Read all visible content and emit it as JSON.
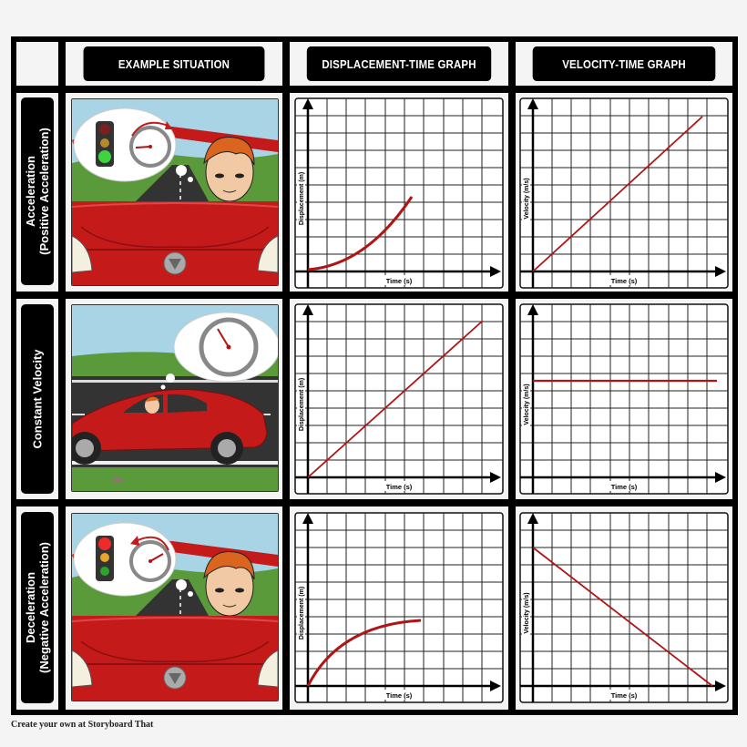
{
  "header": {
    "corner": "",
    "columns": [
      {
        "label": "EXAMPLE SITUATION"
      },
      {
        "label": "DISPLACEMENT-TIME GRAPH"
      },
      {
        "label": "VELOCITY-TIME GRAPH"
      }
    ]
  },
  "rows": [
    {
      "label_line1": "Acceleration",
      "label_line2": "(Positive Acceleration)",
      "scene": "Driver in red convertible thinking of green traffic light and speedometer with clockwise arrow",
      "light_active": "green",
      "dt_xlabel": "Time (s)",
      "dt_ylabel": "Displacement (m)",
      "vt_xlabel": "Time (s)",
      "vt_ylabel": "Velocity (m/s)"
    },
    {
      "label_line1": "Constant Velocity",
      "label_line2": "",
      "scene": "Red sedan driving on road with thought bubble of speedometer",
      "dt_xlabel": "Time (s)",
      "dt_ylabel": "Displacement (m)",
      "vt_xlabel": "Time (s)",
      "vt_ylabel": "Velocity (m/s)"
    },
    {
      "label_line1": "Deceleration",
      "label_line2": "(Negative Acceleration)",
      "scene": "Driver in red convertible thinking of red traffic light and speedometer with counter-clockwise arrow",
      "light_active": "red",
      "dt_xlabel": "Time (s)",
      "dt_ylabel": "Displacement (m)",
      "vt_xlabel": "Time (s)",
      "vt_ylabel": "Velocity (m/s)"
    }
  ],
  "footer": "Create your own at Storyboard That",
  "colors": {
    "curve": "#b01414",
    "car": "#c41a1a",
    "sky": "#a8d4e6",
    "grass": "#5a9a3a",
    "road": "#333333"
  },
  "chart_data": [
    {
      "type": "line",
      "title": "Acceleration: Displacement-Time",
      "xlabel": "Time (s)",
      "ylabel": "Displacement (m)",
      "shape": "concave up curve",
      "x": [
        0,
        1,
        2,
        3,
        4,
        5,
        5.6
      ],
      "y": [
        0,
        0.2,
        0.7,
        1.6,
        2.9,
        4.5,
        5.5
      ],
      "xlim": [
        0,
        10
      ],
      "ylim": [
        0,
        10
      ],
      "grid": true
    },
    {
      "type": "line",
      "title": "Acceleration: Velocity-Time",
      "xlabel": "Time (s)",
      "ylabel": "Velocity (m/s)",
      "shape": "straight line increasing",
      "x": [
        0,
        8.9
      ],
      "y": [
        0,
        9
      ],
      "xlim": [
        0,
        10
      ],
      "ylim": [
        0,
        10
      ],
      "grid": true
    },
    {
      "type": "line",
      "title": "Constant Velocity: Displacement-Time",
      "xlabel": "Time (s)",
      "ylabel": "Displacement (m)",
      "shape": "straight line increasing",
      "x": [
        0,
        9
      ],
      "y": [
        0,
        9
      ],
      "xlim": [
        0,
        10
      ],
      "ylim": [
        0,
        10
      ],
      "grid": true
    },
    {
      "type": "line",
      "title": "Constant Velocity: Velocity-Time",
      "xlabel": "Time (s)",
      "ylabel": "Velocity (m/s)",
      "shape": "horizontal line",
      "x": [
        0,
        9.5
      ],
      "y": [
        5.7,
        5.7
      ],
      "xlim": [
        0,
        10
      ],
      "ylim": [
        0,
        10
      ],
      "grid": true
    },
    {
      "type": "line",
      "title": "Deceleration: Displacement-Time",
      "xlabel": "Time (s)",
      "ylabel": "Displacement (m)",
      "shape": "concave down curve",
      "x": [
        0,
        1,
        2,
        3,
        4,
        5,
        6
      ],
      "y": [
        0,
        1.8,
        3.0,
        3.8,
        4.3,
        4.6,
        4.7
      ],
      "xlim": [
        0,
        10
      ],
      "ylim": [
        0,
        10
      ],
      "grid": true
    },
    {
      "type": "line",
      "title": "Deceleration: Velocity-Time",
      "xlabel": "Time (s)",
      "ylabel": "Velocity (m/s)",
      "shape": "straight line decreasing",
      "x": [
        0,
        9.3
      ],
      "y": [
        8,
        0
      ],
      "xlim": [
        0,
        10
      ],
      "ylim": [
        0,
        10
      ],
      "grid": true
    }
  ]
}
